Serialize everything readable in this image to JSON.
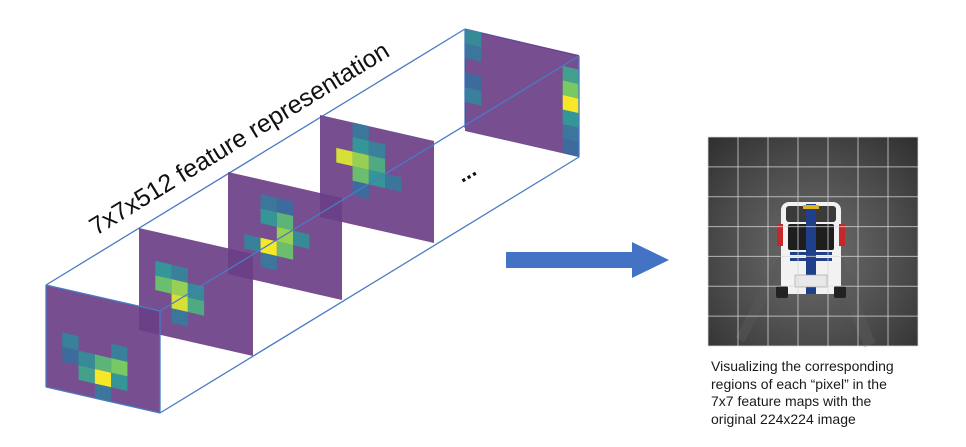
{
  "title": "7x7x512 feature representation",
  "ellipsis": "...",
  "caption": "Visualizing the corresponding\nregions of each “pixel” in the\n7x7 feature maps with the\noriginal 224x224 image",
  "colors": {
    "frame_line": "#4a7bc4",
    "arrow": "#4472c4",
    "map_base": "#6b3f87",
    "grid_line": "#d9d9d9"
  },
  "feature_maps": [
    {
      "name": "map-1",
      "cells": [
        [
          3,
          1,
          0.45
        ],
        [
          3,
          4,
          0.45
        ],
        [
          4,
          1,
          0.35
        ],
        [
          4,
          2,
          0.5
        ],
        [
          4,
          3,
          0.7
        ],
        [
          4,
          4,
          0.8
        ],
        [
          5,
          2,
          0.6
        ],
        [
          5,
          3,
          1.0
        ],
        [
          5,
          4,
          0.55
        ],
        [
          6,
          3,
          0.4
        ]
      ]
    },
    {
      "name": "map-2",
      "cells": [
        [
          2,
          1,
          0.55
        ],
        [
          2,
          2,
          0.45
        ],
        [
          3,
          1,
          0.75
        ],
        [
          3,
          2,
          0.85
        ],
        [
          3,
          3,
          0.5
        ],
        [
          4,
          2,
          0.95
        ],
        [
          4,
          3,
          0.65
        ],
        [
          5,
          2,
          0.4
        ]
      ]
    },
    {
      "name": "map-3",
      "cells": [
        [
          1,
          2,
          0.4
        ],
        [
          1,
          3,
          0.35
        ],
        [
          2,
          2,
          0.55
        ],
        [
          2,
          3,
          0.7
        ],
        [
          3,
          3,
          0.85
        ],
        [
          3,
          4,
          0.5
        ],
        [
          4,
          1,
          0.45
        ],
        [
          4,
          2,
          1.0
        ],
        [
          4,
          3,
          0.75
        ],
        [
          5,
          2,
          0.4
        ]
      ]
    },
    {
      "name": "map-4",
      "cells": [
        [
          0,
          2,
          0.4
        ],
        [
          1,
          2,
          0.55
        ],
        [
          1,
          3,
          0.45
        ],
        [
          2,
          1,
          0.95
        ],
        [
          2,
          2,
          0.85
        ],
        [
          2,
          3,
          0.65
        ],
        [
          3,
          2,
          0.75
        ],
        [
          3,
          3,
          0.55
        ],
        [
          3,
          4,
          0.4
        ],
        [
          4,
          2,
          0.35
        ]
      ]
    },
    {
      "name": "map-5",
      "cells": [
        [
          0,
          0,
          0.5
        ],
        [
          1,
          0,
          0.4
        ],
        [
          1,
          6,
          0.6
        ],
        [
          2,
          6,
          0.8
        ],
        [
          3,
          0,
          0.35
        ],
        [
          3,
          6,
          1.0
        ],
        [
          4,
          0,
          0.45
        ],
        [
          4,
          6,
          0.55
        ],
        [
          5,
          6,
          0.4
        ],
        [
          6,
          6,
          0.35
        ]
      ]
    }
  ]
}
